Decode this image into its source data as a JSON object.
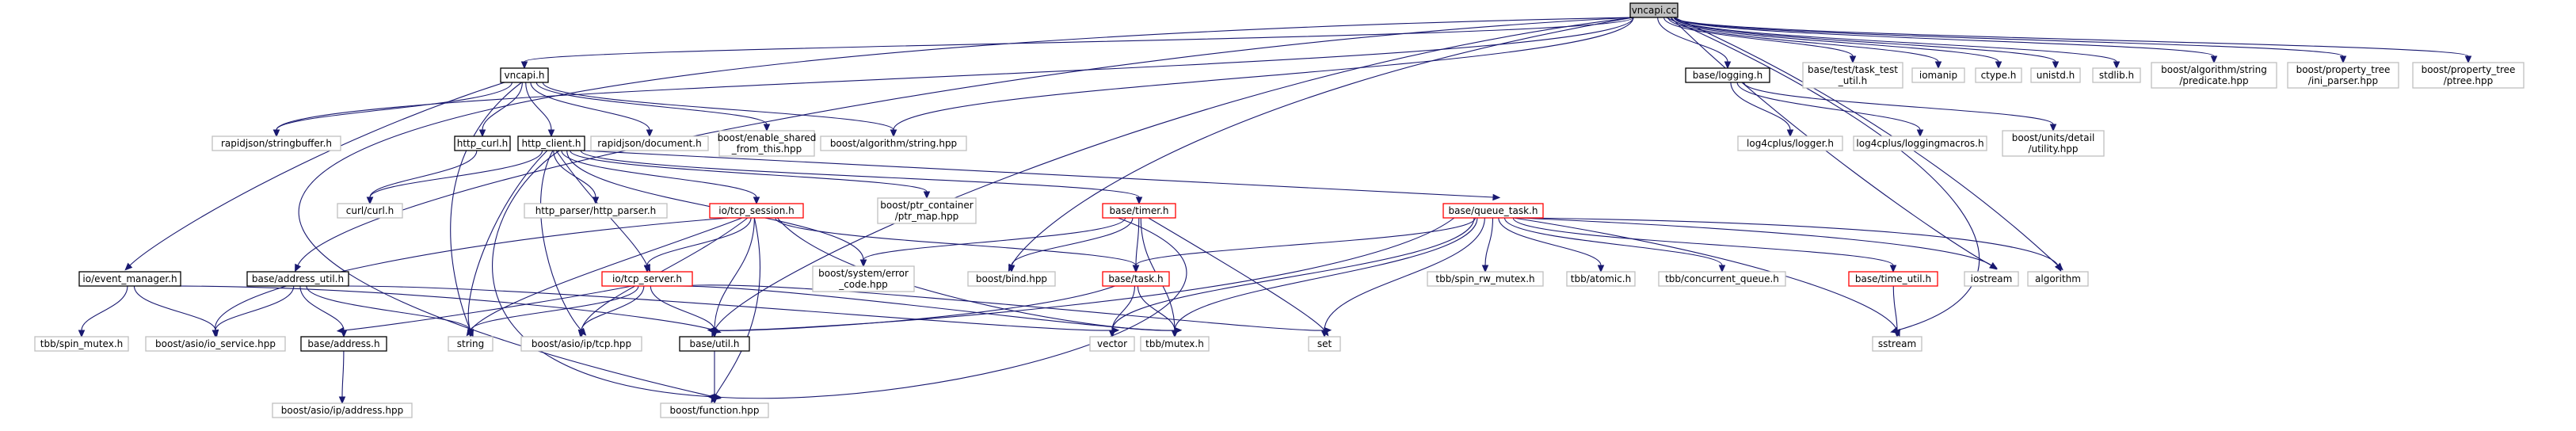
{
  "diagram": {
    "kind": "include-dependency-graph",
    "colors": {
      "root_fill": "#bfbfbf",
      "root_border": "#000000",
      "documented_border": "#000000",
      "undocumented_border": "#bfbfbf",
      "truncated_border": "#ff0000",
      "node_fill": "#ffffff",
      "edge": "#191970"
    },
    "nodes": [
      {
        "id": "vncapi_cc",
        "label": [
          "vncapi.cc"
        ],
        "style": "root"
      },
      {
        "id": "vncapi_h",
        "label": [
          "vncapi.h"
        ],
        "style": "doc"
      },
      {
        "id": "rapidjson_stringbuffer",
        "label": [
          "rapidjson/stringbuffer.h"
        ],
        "style": "plain"
      },
      {
        "id": "http_curl",
        "label": [
          "http_curl.h"
        ],
        "style": "doc"
      },
      {
        "id": "http_client",
        "label": [
          "http_client.h"
        ],
        "style": "doc"
      },
      {
        "id": "rapidjson_document",
        "label": [
          "rapidjson/document.h"
        ],
        "style": "plain"
      },
      {
        "id": "enable_shared",
        "label": [
          "boost/enable_shared",
          "_from_this.hpp"
        ],
        "style": "plain"
      },
      {
        "id": "algo_string",
        "label": [
          "boost/algorithm/string.hpp"
        ],
        "style": "plain"
      },
      {
        "id": "curl_h",
        "label": [
          "curl/curl.h"
        ],
        "style": "plain"
      },
      {
        "id": "http_parser",
        "label": [
          "http_parser/http_parser.h"
        ],
        "style": "plain"
      },
      {
        "id": "tcp_session",
        "label": [
          "io/tcp_session.h"
        ],
        "style": "trunc"
      },
      {
        "id": "ptr_map",
        "label": [
          "boost/ptr_container",
          "/ptr_map.hpp"
        ],
        "style": "plain"
      },
      {
        "id": "base_timer",
        "label": [
          "base/timer.h"
        ],
        "style": "trunc"
      },
      {
        "id": "base_queue_task",
        "label": [
          "base/queue_task.h"
        ],
        "style": "trunc"
      },
      {
        "id": "event_manager",
        "label": [
          "io/event_manager.h"
        ],
        "style": "doc"
      },
      {
        "id": "address_util",
        "label": [
          "base/address_util.h"
        ],
        "style": "doc"
      },
      {
        "id": "tcp_server",
        "label": [
          "io/tcp_server.h"
        ],
        "style": "trunc"
      },
      {
        "id": "error_code",
        "label": [
          "boost/system/error",
          "_code.hpp"
        ],
        "style": "plain"
      },
      {
        "id": "bind_hpp",
        "label": [
          "boost/bind.hpp"
        ],
        "style": "plain"
      },
      {
        "id": "base_task",
        "label": [
          "base/task.h"
        ],
        "style": "trunc"
      },
      {
        "id": "spin_rw_mutex",
        "label": [
          "tbb/spin_rw_mutex.h"
        ],
        "style": "plain"
      },
      {
        "id": "tbb_atomic",
        "label": [
          "tbb/atomic.h"
        ],
        "style": "plain"
      },
      {
        "id": "concurrent_queue",
        "label": [
          "tbb/concurrent_queue.h"
        ],
        "style": "plain"
      },
      {
        "id": "time_util",
        "label": [
          "base/time_util.h"
        ],
        "style": "trunc"
      },
      {
        "id": "iostream",
        "label": [
          "iostream"
        ],
        "style": "plain"
      },
      {
        "id": "algorithm",
        "label": [
          "algorithm"
        ],
        "style": "plain"
      },
      {
        "id": "spin_mutex",
        "label": [
          "tbb/spin_mutex.h"
        ],
        "style": "plain"
      },
      {
        "id": "io_service",
        "label": [
          "boost/asio/io_service.hpp"
        ],
        "style": "plain"
      },
      {
        "id": "string",
        "label": [
          "string"
        ],
        "style": "plain"
      },
      {
        "id": "base_address",
        "label": [
          "base/address.h"
        ],
        "style": "doc"
      },
      {
        "id": "asio_tcp",
        "label": [
          "boost/asio/ip/tcp.hpp"
        ],
        "style": "plain"
      },
      {
        "id": "base_util",
        "label": [
          "base/util.h"
        ],
        "style": "doc"
      },
      {
        "id": "vector",
        "label": [
          "vector"
        ],
        "style": "plain"
      },
      {
        "id": "tbb_mutex",
        "label": [
          "tbb/mutex.h"
        ],
        "style": "plain"
      },
      {
        "id": "set",
        "label": [
          "set"
        ],
        "style": "plain"
      },
      {
        "id": "sstream",
        "label": [
          "sstream"
        ],
        "style": "plain"
      },
      {
        "id": "asio_address",
        "label": [
          "boost/asio/ip/address.hpp"
        ],
        "style": "plain"
      },
      {
        "id": "boost_function",
        "label": [
          "boost/function.hpp"
        ],
        "style": "plain"
      },
      {
        "id": "base_logging",
        "label": [
          "base/logging.h"
        ],
        "style": "doc"
      },
      {
        "id": "task_test_util",
        "label": [
          "base/test/task_test",
          "_util.h"
        ],
        "style": "plain"
      },
      {
        "id": "iomanip",
        "label": [
          "iomanip"
        ],
        "style": "plain"
      },
      {
        "id": "ctype",
        "label": [
          "ctype.h"
        ],
        "style": "plain"
      },
      {
        "id": "unistd",
        "label": [
          "unistd.h"
        ],
        "style": "plain"
      },
      {
        "id": "stdlib",
        "label": [
          "stdlib.h"
        ],
        "style": "plain"
      },
      {
        "id": "predicate",
        "label": [
          "boost/algorithm/string",
          "/predicate.hpp"
        ],
        "style": "plain"
      },
      {
        "id": "ini_parser",
        "label": [
          "boost/property_tree",
          "/ini_parser.hpp"
        ],
        "style": "plain"
      },
      {
        "id": "ptree",
        "label": [
          "boost/property_tree",
          "/ptree.hpp"
        ],
        "style": "plain"
      },
      {
        "id": "log4_logger",
        "label": [
          "log4cplus/logger.h"
        ],
        "style": "plain"
      },
      {
        "id": "log4_macros",
        "label": [
          "log4cplus/loggingmacros.h"
        ],
        "style": "plain"
      },
      {
        "id": "units_utility",
        "label": [
          "boost/units/detail",
          "/utility.hpp"
        ],
        "style": "plain"
      }
    ],
    "edges": [
      [
        "vncapi_cc",
        "vncapi_h"
      ],
      [
        "vncapi_cc",
        "rapidjson_stringbuffer"
      ],
      [
        "vncapi_cc",
        "algo_string"
      ],
      [
        "vncapi_cc",
        "address_util"
      ],
      [
        "vncapi_cc",
        "bind_hpp"
      ],
      [
        "vncapi_cc",
        "base_util"
      ],
      [
        "vncapi_cc",
        "boost_function"
      ],
      [
        "vncapi_cc",
        "base_logging"
      ],
      [
        "vncapi_cc",
        "task_test_util"
      ],
      [
        "vncapi_cc",
        "iomanip"
      ],
      [
        "vncapi_cc",
        "ctype"
      ],
      [
        "vncapi_cc",
        "unistd"
      ],
      [
        "vncapi_cc",
        "stdlib"
      ],
      [
        "vncapi_cc",
        "predicate"
      ],
      [
        "vncapi_cc",
        "ini_parser"
      ],
      [
        "vncapi_cc",
        "ptree"
      ],
      [
        "vncapi_cc",
        "algorithm"
      ],
      [
        "vncapi_cc",
        "iostream"
      ],
      [
        "vncapi_cc",
        "sstream"
      ],
      [
        "vncapi_h",
        "rapidjson_stringbuffer"
      ],
      [
        "vncapi_h",
        "http_curl"
      ],
      [
        "vncapi_h",
        "http_client"
      ],
      [
        "vncapi_h",
        "rapidjson_document"
      ],
      [
        "vncapi_h",
        "enable_shared"
      ],
      [
        "vncapi_h",
        "algo_string"
      ],
      [
        "vncapi_h",
        "event_manager"
      ],
      [
        "vncapi_h",
        "string"
      ],
      [
        "http_curl",
        "curl_h"
      ],
      [
        "http_client",
        "curl_h"
      ],
      [
        "http_client",
        "http_parser"
      ],
      [
        "http_client",
        "tcp_session"
      ],
      [
        "http_client",
        "ptr_map"
      ],
      [
        "http_client",
        "base_timer"
      ],
      [
        "http_client",
        "base_queue_task"
      ],
      [
        "http_client",
        "tcp_server"
      ],
      [
        "http_client",
        "error_code"
      ],
      [
        "http_client",
        "string"
      ],
      [
        "http_client",
        "asio_tcp"
      ],
      [
        "http_client",
        "boost_function"
      ],
      [
        "tcp_session",
        "io_service"
      ],
      [
        "tcp_session",
        "tcp_server"
      ],
      [
        "tcp_session",
        "string"
      ],
      [
        "tcp_session",
        "asio_tcp"
      ],
      [
        "tcp_session",
        "base_util"
      ],
      [
        "tcp_session",
        "tbb_mutex"
      ],
      [
        "tcp_session",
        "boost_function"
      ],
      [
        "tcp_session",
        "base_task"
      ],
      [
        "base_timer",
        "error_code"
      ],
      [
        "base_timer",
        "bind_hpp"
      ],
      [
        "base_timer",
        "base_task"
      ],
      [
        "base_timer",
        "tbb_mutex"
      ],
      [
        "base_timer",
        "set"
      ],
      [
        "base_timer",
        "boost_function"
      ],
      [
        "base_queue_task",
        "base_task"
      ],
      [
        "base_queue_task",
        "spin_rw_mutex"
      ],
      [
        "base_queue_task",
        "tbb_atomic"
      ],
      [
        "base_queue_task",
        "concurrent_queue"
      ],
      [
        "base_queue_task",
        "time_util"
      ],
      [
        "base_queue_task",
        "iostream"
      ],
      [
        "base_queue_task",
        "algorithm"
      ],
      [
        "base_queue_task",
        "sstream"
      ],
      [
        "base_queue_task",
        "set"
      ],
      [
        "base_queue_task",
        "tbb_mutex"
      ],
      [
        "base_queue_task",
        "vector"
      ],
      [
        "base_queue_task",
        "base_util"
      ],
      [
        "event_manager",
        "spin_mutex"
      ],
      [
        "event_manager",
        "io_service"
      ],
      [
        "event_manager",
        "base_util"
      ],
      [
        "address_util",
        "io_service"
      ],
      [
        "address_util",
        "string"
      ],
      [
        "address_util",
        "base_address"
      ],
      [
        "address_util",
        "vector"
      ],
      [
        "tcp_server",
        "string"
      ],
      [
        "tcp_server",
        "asio_tcp"
      ],
      [
        "tcp_server",
        "base_util"
      ],
      [
        "tcp_server",
        "base_address"
      ],
      [
        "tcp_server",
        "tbb_mutex"
      ],
      [
        "tcp_server",
        "set"
      ],
      [
        "base_task",
        "vector"
      ],
      [
        "base_task",
        "tbb_mutex"
      ],
      [
        "base_task",
        "base_util"
      ],
      [
        "time_util",
        "sstream"
      ],
      [
        "base_address",
        "asio_address"
      ],
      [
        "base_util",
        "boost_function"
      ],
      [
        "base_logging",
        "log4_logger"
      ],
      [
        "base_logging",
        "log4_macros"
      ],
      [
        "base_logging",
        "units_utility"
      ]
    ]
  }
}
